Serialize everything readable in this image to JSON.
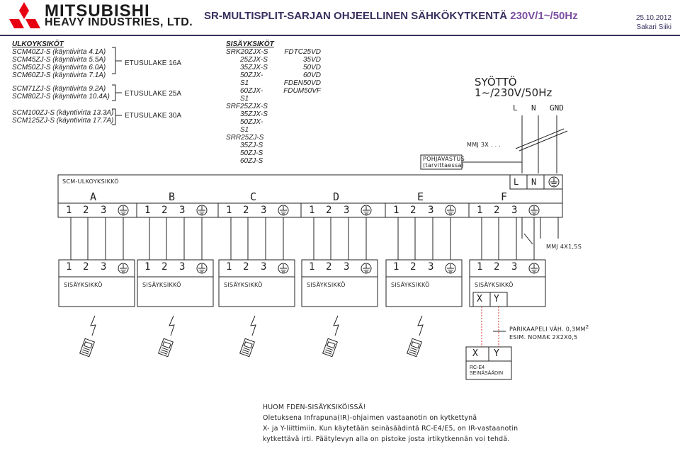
{
  "brand": {
    "line1": "MITSUBISHI",
    "line2": "HEAVY INDUSTRIES, LTD."
  },
  "header": {
    "title": "SR-MULTISPLIT-SARJAN OHJEELLINEN SÄHKÖKYTKENTÄ ",
    "voltage": "230V/1~/50Hz",
    "date": "25.10.2012",
    "author": "Sakari Siiki"
  },
  "outdoor": {
    "heading": "ULKOYKSIKÖT",
    "groups": [
      {
        "units": [
          "SCM40ZJ-S (käyntivirta 4.1A)",
          "SCM45ZJ-S (käyntivirta 5.5A)",
          "SCM50ZJ-S (käyntivirta 6.0A)",
          "SCM60ZJ-S (käyntivirta 7.1A)"
        ],
        "switch": "ETUSULAKE 16A"
      },
      {
        "units": [
          "SCM71ZJ-S (käyntivirta 9.2A)",
          "SCM80ZJ-S (käyntivirta 10.4A)"
        ],
        "switch": "ETUSULAKE 25A"
      },
      {
        "units": [
          "SCM100ZJ-S (käyntivirta 13.3A)",
          "SCM125ZJ-S (käyntivirta 17.7A)"
        ],
        "switch": "ETUSULAKE 30A"
      }
    ]
  },
  "indoor": {
    "heading": "SISÄYKSIKÖT",
    "col1": [
      "SRK20ZJX-S",
      "25ZJX-S",
      "35ZJX-S",
      "50ZJX-S1",
      "60ZJX-S1",
      "SRF25ZJX-S",
      "35ZJX-S",
      "50ZJX-S1",
      "SRR25ZJ-S",
      "35ZJ-S",
      "50ZJ-S",
      "60ZJ-S"
    ],
    "col2": [
      "FDTC25VD",
      "35VD",
      "50VD",
      "60VD",
      "FDEN50VD",
      "FDUM50VF"
    ]
  },
  "supply": {
    "title": "SYÖTTÖ",
    "spec": "1~/230V/50Hz",
    "l": "L",
    "n": "N",
    "gnd": "GND",
    "cable": "MMJ 3X . . ."
  },
  "base_heater": {
    "line1": "POHJAVASTUS",
    "line2": "(tarvittaessa)"
  },
  "outdoor_box": {
    "label": "SCM-ULKOYKSIKKÖ",
    "ports": [
      "A",
      "B",
      "C",
      "D",
      "E",
      "F"
    ],
    "terms": [
      "1",
      "2",
      "3"
    ],
    "l": "L",
    "n": "N"
  },
  "indoor_label": "SISÄYKSIKKÖ",
  "cable_4x": "MMJ 4X1,5S",
  "xy": {
    "x": "X",
    "y": "Y"
  },
  "pair_cable": {
    "line1": "PARIKAAPELI VÄH. 0,3MM",
    "sup": "2",
    "line2": "ESIM. NOMAK 2X2X0,5"
  },
  "rc": {
    "line1": "RC-E4",
    "line2": "SEINÄSÄÄDIN"
  },
  "note": {
    "line1": "HUOM FDEN-SISÄYKSIKÖISSÄ!",
    "line2": "Oletuksena Infrapuna(IR)-ohjaimen vastaanotin on kytkettynä",
    "line3": "X- ja Y-liittimiin. Kun käytetään seinäsäädintä RC-E4/E5, on IR-vastaanotin",
    "line4": "kytkettävä irti. Päätylevyn alla on pistoke josta irtikytkennän voi tehdä."
  },
  "colors": {
    "brand_red": "#e60012",
    "title": "#3a2f5f",
    "voltage": "#7b4ea0",
    "cable_red": "#d93030"
  }
}
